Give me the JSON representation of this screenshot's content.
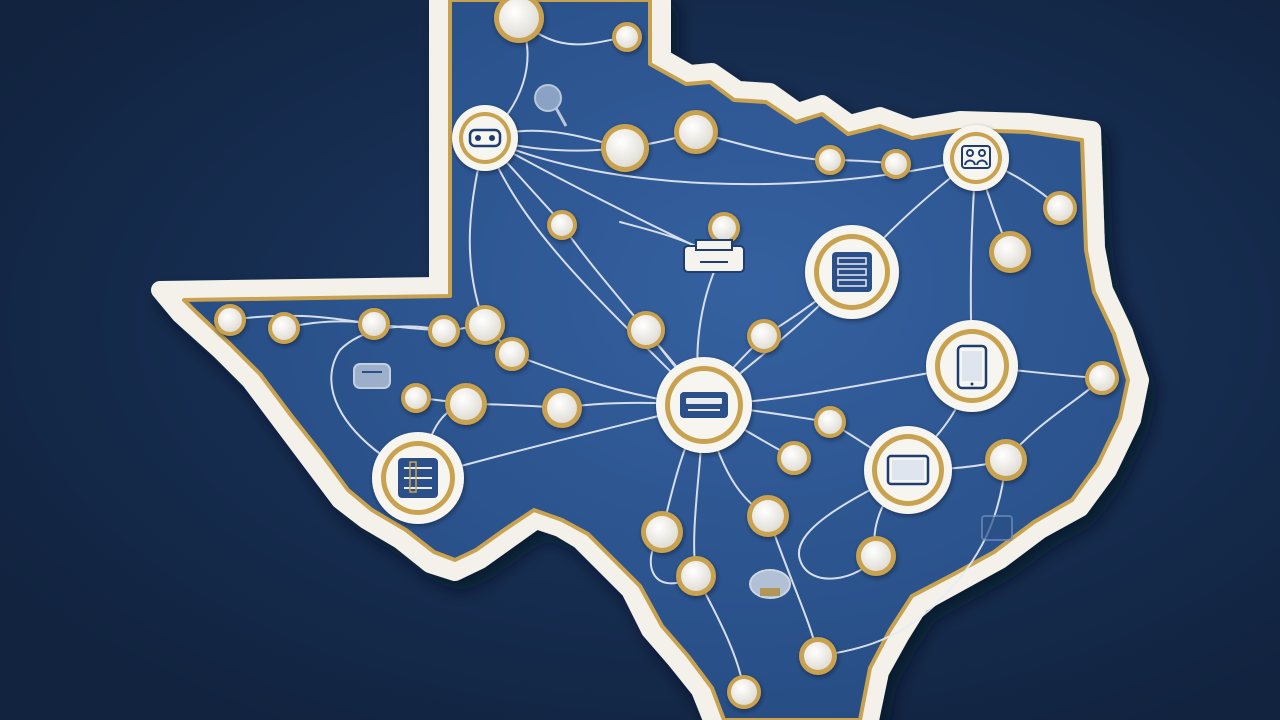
{
  "scene": {
    "subject": "texas-network-map",
    "colors": {
      "background": "#13284a",
      "background_glow": "#1d3a66",
      "map_fill": "#2b5089",
      "map_border": "#f3f1ea",
      "gold_ring": "#c9a24f",
      "node_fill": "#f4f3ee",
      "hub_fill": "#f6f5f0",
      "icon_stroke": "#1f3d6e",
      "line": "#e9edf3"
    },
    "hubs": [
      {
        "name": "hub-north-vr",
        "icon": "vr-headset-icon"
      },
      {
        "name": "hub-northeast-team",
        "icon": "people-icon"
      },
      {
        "name": "hub-east-server",
        "icon": "server-icon"
      },
      {
        "name": "hub-central-router",
        "icon": "router-icon"
      },
      {
        "name": "hub-phone",
        "icon": "smartphone-icon"
      },
      {
        "name": "hub-tablet",
        "icon": "tablet-icon"
      },
      {
        "name": "hub-west-server",
        "icon": "server-stack-icon"
      }
    ]
  }
}
